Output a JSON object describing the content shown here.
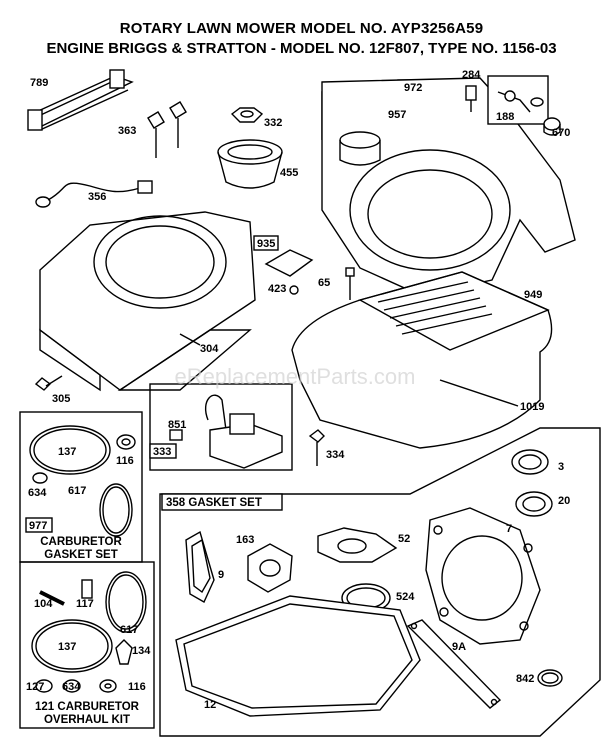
{
  "title_line1": "ROTARY LAWN MOWER MODEL NO. AYP3256A59",
  "title_line2": "ENGINE BRIGGS & STRATTON - MODEL NO. 12F807, TYPE NO. 1156-03",
  "watermark": "eReplacementParts.com",
  "parts": {
    "p789": "789",
    "p363": "363",
    "p356": "356",
    "p332": "332",
    "p455": "455",
    "p957": "957",
    "p972": "972",
    "p284": "284",
    "p188": "188",
    "p670": "670",
    "p935": "935",
    "p423": "423",
    "p65": "65",
    "p949": "949",
    "p304": "304",
    "p305": "305",
    "p1019": "1019",
    "p851": "851",
    "p333": "333",
    "p334": "334",
    "p3": "3",
    "p20": "20",
    "p137a": "137",
    "p116a": "116",
    "p634a": "634",
    "p617a": "617",
    "p977": "977",
    "p163": "163",
    "p52": "52",
    "p7": "7",
    "p9": "9",
    "p524": "524",
    "p9A": "9A",
    "p842": "842",
    "p12": "12",
    "p104": "104",
    "p117": "117",
    "p617b": "617",
    "p137b": "137",
    "p134": "134",
    "p127": "127",
    "p634b": "634",
    "p116b": "116",
    "p121": "121"
  },
  "kits": {
    "carb_gasket_line1": "CARBURETOR",
    "carb_gasket_line2": "GASKET SET",
    "gasket_set": "358 GASKET SET",
    "overhaul_line1": "121 CARBURETOR",
    "overhaul_line2": "OVERHAUL KIT"
  }
}
